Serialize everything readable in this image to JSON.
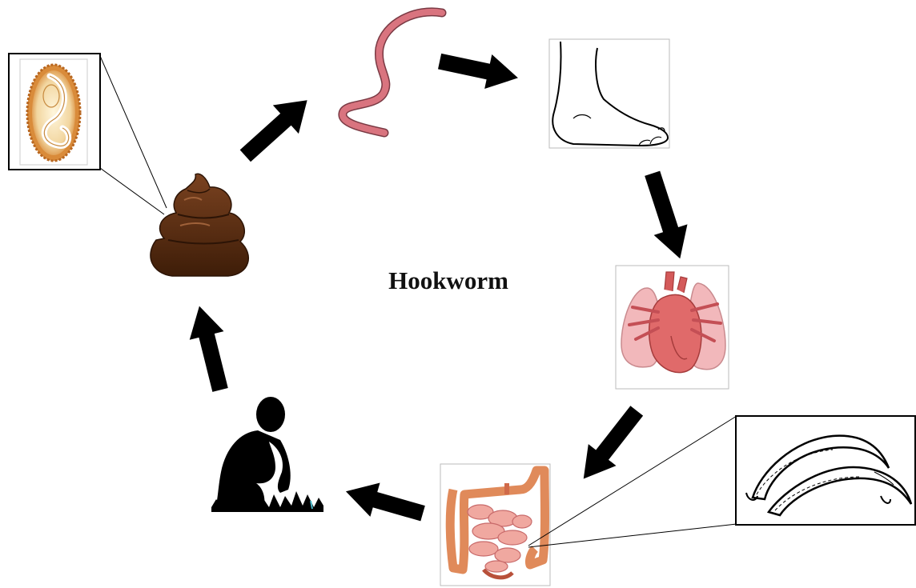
{
  "diagram": {
    "title": "Hookworm",
    "stages": [
      {
        "id": "egg",
        "icon": "hookworm-egg-icon"
      },
      {
        "id": "feces",
        "icon": "feces-icon"
      },
      {
        "id": "larva",
        "icon": "larva-worm-icon"
      },
      {
        "id": "foot",
        "icon": "bare-foot-icon"
      },
      {
        "id": "heart-lungs",
        "icon": "heart-lungs-icon"
      },
      {
        "id": "intestine",
        "icon": "intestine-icon"
      },
      {
        "id": "adult-worms",
        "icon": "adult-hookworms-icon"
      },
      {
        "id": "person",
        "icon": "squatting-person-icon"
      }
    ],
    "arrows": [
      "feces-to-larva",
      "larva-to-foot",
      "foot-to-heart-lungs",
      "heart-lungs-to-intestine",
      "intestine-to-person",
      "person-to-feces"
    ],
    "colors": {
      "arrow": "#000000",
      "worm": "#d9747f",
      "feces": "#5a2e12",
      "organ": "#e06a6a",
      "lung": "#f2b8bb",
      "egg_shell": "#d98b3a"
    }
  }
}
